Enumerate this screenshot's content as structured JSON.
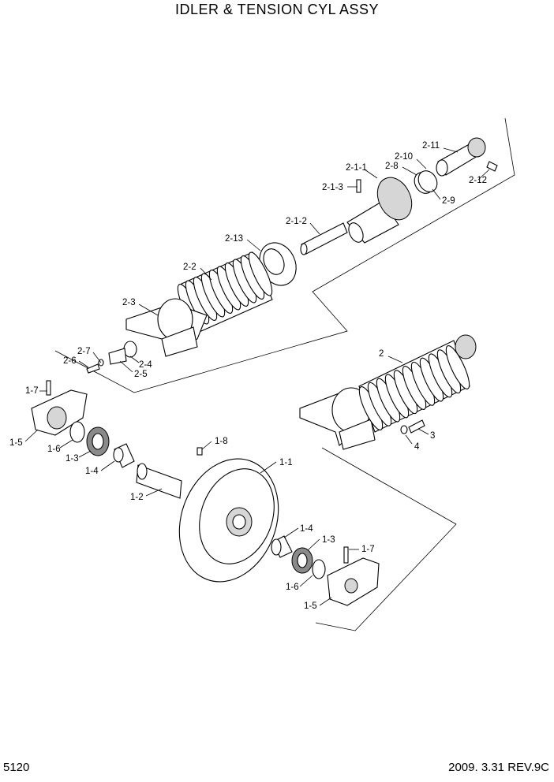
{
  "title": "IDLER & TENSION CYL ASSY",
  "footer": {
    "page_number": "5120",
    "revision": "2009. 3.31  REV.9C"
  },
  "labels": {
    "l_2_11": "2-11",
    "l_2_10": "2-10",
    "l_2_8": "2-8",
    "l_2_1_1": "2-1-1",
    "l_2_1_3": "2-1-3",
    "l_2_12": "2-12",
    "l_2_9": "2-9",
    "l_2_1_2": "2-1-2",
    "l_2_13": "2-13",
    "l_2_2": "2-2",
    "l_2_3": "2-3",
    "l_2_7": "2-7",
    "l_2_6": "2-6",
    "l_2_4": "2-4",
    "l_2_5": "2-5",
    "l_2": "2",
    "l_3": "3",
    "l_4": "4",
    "l_1_7a": "1-7",
    "l_1_5a": "1-5",
    "l_1_6a": "1-6",
    "l_1_3a": "1-3",
    "l_1_4a": "1-4",
    "l_1_2": "1-2",
    "l_1_8": "1-8",
    "l_1_1": "1-1",
    "l_1_4b": "1-4",
    "l_1_3b": "1-3",
    "l_1_7b": "1-7",
    "l_1_6b": "1-6",
    "l_1_5b": "1-5"
  }
}
